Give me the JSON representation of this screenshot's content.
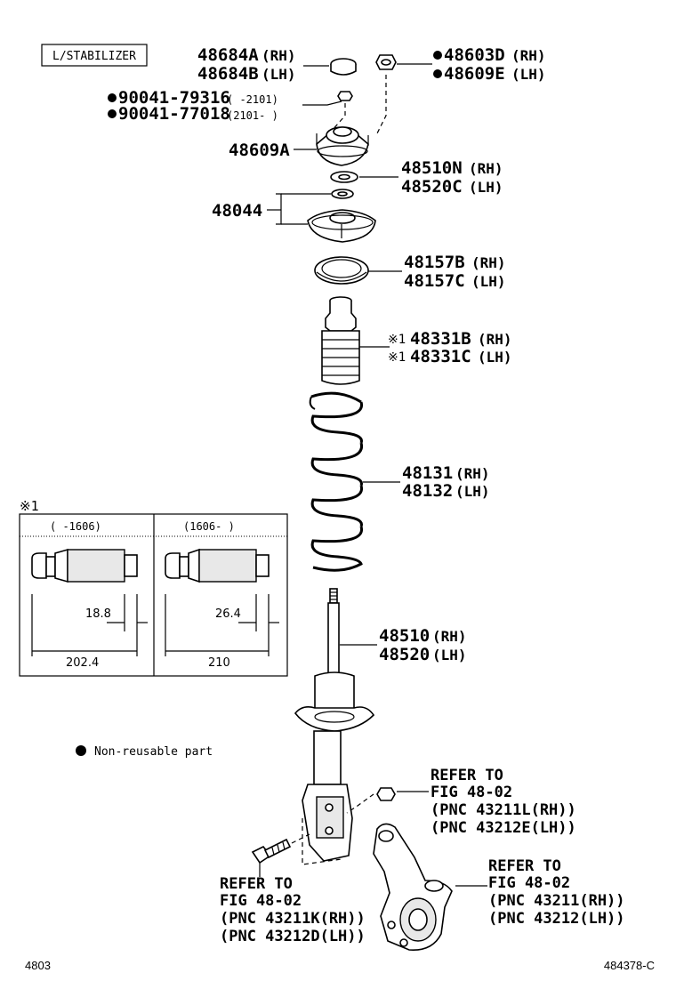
{
  "header_box": "L/STABILIZER",
  "labels": {
    "p48684": {
      "a_code": "48684A",
      "a_side": "(RH)",
      "b_code": "48684B",
      "b_side": "(LH)"
    },
    "p48603": {
      "a_code": "48603D",
      "a_side": "(RH)",
      "b_code": "48609E",
      "b_side": "(LH)"
    },
    "p90041": {
      "a_code": "90041-79316",
      "a_range": "(    -2101)",
      "b_code": "90041-77018",
      "b_range": "(2101-     )"
    },
    "p48609A": {
      "code": "48609A"
    },
    "p48510N": {
      "a_code": "48510N",
      "a_side": "(RH)",
      "b_code": "48520C",
      "b_side": "(LH)"
    },
    "p48044": {
      "code": "48044"
    },
    "p48157": {
      "a_code": "48157B",
      "a_side": "(RH)",
      "b_code": "48157C",
      "b_side": "(LH)"
    },
    "p48331": {
      "mark": "※1",
      "a_code": "48331B",
      "a_side": "(RH)",
      "b_code": "48331C",
      "b_side": "(LH)"
    },
    "p48131": {
      "a_code": "48131",
      "a_side": "(RH)",
      "b_code": "48132",
      "b_side": "(LH)"
    },
    "p48510": {
      "a_code": "48510",
      "a_side": "(RH)",
      "b_code": "48520",
      "b_side": "(LH)"
    }
  },
  "inset": {
    "mark": "※1",
    "left": {
      "range": "(    -1606)",
      "dim_small": "18.8",
      "dim_total": "202.4"
    },
    "right": {
      "range": "(1606-     )",
      "dim_small": "26.4",
      "dim_total": "210"
    }
  },
  "legend": {
    "text": "Non-reusable part"
  },
  "refs": {
    "nut": [
      "REFER TO",
      "FIG 48-02",
      "(PNC 43211L(RH))",
      "(PNC 43212E(LH))"
    ],
    "bolt": [
      "REFER TO",
      "FIG 48-02",
      "(PNC 43211K(RH))",
      "(PNC 43212D(LH))"
    ],
    "knuckle": [
      "REFER TO",
      "FIG 48-02",
      "(PNC 43211(RH))",
      "(PNC 43212(LH))"
    ]
  },
  "footer": {
    "left": "4803",
    "right": "484378-C"
  }
}
